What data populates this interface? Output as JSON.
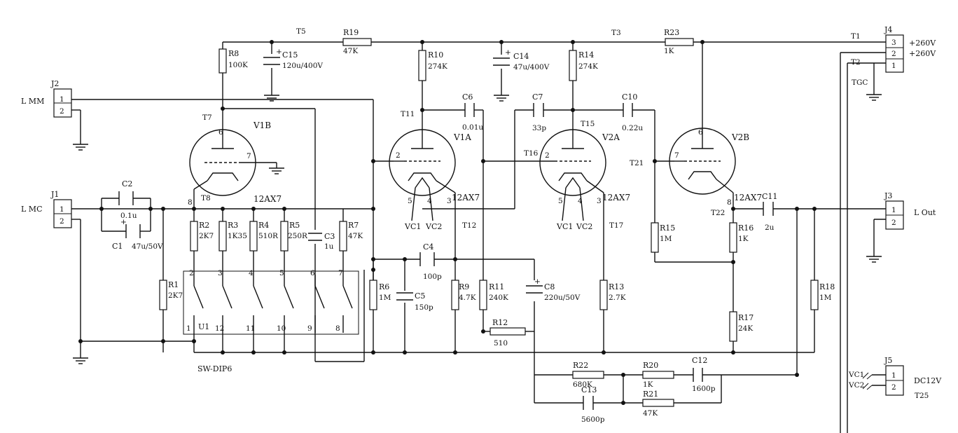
{
  "connectors": {
    "j2": {
      "ref": "J2",
      "name": "L MM",
      "pins": [
        "1",
        "2"
      ]
    },
    "j1": {
      "ref": "J1",
      "name": "L MC",
      "pins": [
        "1",
        "2"
      ]
    },
    "j4": {
      "ref": "J4",
      "pins": [
        "3",
        "2",
        "1"
      ],
      "v1": "+260V",
      "v2": "+260V"
    },
    "j3": {
      "ref": "J3",
      "name": "L Out",
      "pins": [
        "1",
        "2"
      ]
    },
    "j5": {
      "ref": "J5",
      "name": "DC12V",
      "pins": [
        "1",
        "2"
      ],
      "vc1": "VC1",
      "vc2": "VC2"
    }
  },
  "tubes": {
    "v1b": {
      "ref": "V1B",
      "type": "12AX7",
      "pin_top": "6",
      "pin_bot": "8",
      "pin_grid": "7"
    },
    "v1a": {
      "ref": "V1A",
      "type": "12AX7",
      "pin_grid": "2",
      "pins_bottom": [
        "5",
        "4",
        "3"
      ],
      "vc1": "VC1",
      "vc2": "VC2"
    },
    "v2a": {
      "ref": "V2A",
      "type": "12AX7",
      "pin_grid": "2",
      "pins_bottom": [
        "5",
        "4",
        "3"
      ],
      "vc1": "VC1",
      "vc2": "VC2"
    },
    "v2b": {
      "ref": "V2B",
      "type": "12AX7",
      "pin_top": "6",
      "pin_bot": "8",
      "pin_grid": "7"
    }
  },
  "resistors": [
    {
      "ref": "R8",
      "value": "100K"
    },
    {
      "ref": "R19",
      "value": "47K"
    },
    {
      "ref": "R10",
      "value": "274K"
    },
    {
      "ref": "R14",
      "value": "274K"
    },
    {
      "ref": "R23",
      "value": "1K"
    },
    {
      "ref": "R2",
      "value": "2K7"
    },
    {
      "ref": "R3",
      "value": "1K35"
    },
    {
      "ref": "R4",
      "value": "510R"
    },
    {
      "ref": "R5",
      "value": "250R"
    },
    {
      "ref": "R7",
      "value": "47K"
    },
    {
      "ref": "R1",
      "value": "2K7"
    },
    {
      "ref": "R6",
      "value": "1M"
    },
    {
      "ref": "R9",
      "value": "4.7K"
    },
    {
      "ref": "R11",
      "value": "240K"
    },
    {
      "ref": "R12",
      "value": "510"
    },
    {
      "ref": "R13",
      "value": "2.7K"
    },
    {
      "ref": "R15",
      "value": "1M"
    },
    {
      "ref": "R16",
      "value": "1K"
    },
    {
      "ref": "R17",
      "value": "24K"
    },
    {
      "ref": "R18",
      "value": "1M"
    },
    {
      "ref": "R22",
      "value": "680K"
    },
    {
      "ref": "R20",
      "value": "1K"
    },
    {
      "ref": "R21",
      "value": "47K"
    }
  ],
  "capacitors": [
    {
      "ref": "C15",
      "value": "120u/400V"
    },
    {
      "ref": "C14",
      "value": "47u/400V"
    },
    {
      "ref": "C6",
      "value": "0.01u"
    },
    {
      "ref": "C7",
      "value": "33p"
    },
    {
      "ref": "C10",
      "value": "0.22u"
    },
    {
      "ref": "C2",
      "value": "0.1u"
    },
    {
      "ref": "C1",
      "value": "47u/50V"
    },
    {
      "ref": "C3",
      "value": "1u"
    },
    {
      "ref": "C4",
      "value": "100p"
    },
    {
      "ref": "C5",
      "value": "150p"
    },
    {
      "ref": "C8",
      "value": "220u/50V"
    },
    {
      "ref": "C11",
      "value": "2u"
    },
    {
      "ref": "C12",
      "value": "1600p"
    },
    {
      "ref": "C13",
      "value": "5600p"
    }
  ],
  "switch": {
    "ref": "U1",
    "name": "SW-DIP6",
    "top_pins": [
      "2",
      "3",
      "4",
      "5",
      "6",
      "7"
    ],
    "bottom_pins": [
      "1",
      "12",
      "11",
      "10",
      "9",
      "8"
    ]
  },
  "tests": {
    "t1": "T1",
    "t2": "T2",
    "t3": "T3",
    "t5": "T5",
    "t7": "T7",
    "t8": "T8",
    "t11": "T11",
    "t12": "T12",
    "t15": "T15",
    "t16": "T16",
    "t17": "T17",
    "t21": "T21",
    "t22": "T22",
    "t25": "T25",
    "tgc": "TGC"
  }
}
